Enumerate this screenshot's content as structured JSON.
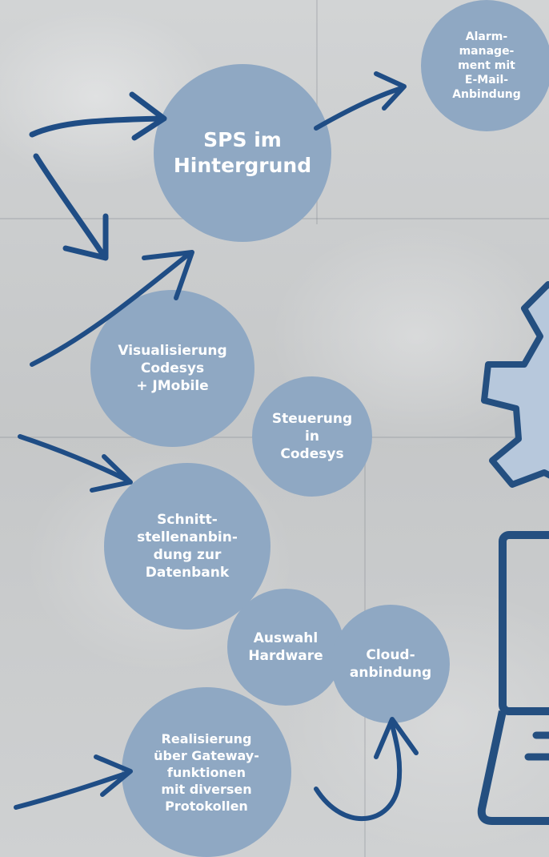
{
  "nodes": {
    "sps": "SPS im\nHintergrund",
    "alarm": "Alarm-\nmanage-\nment mit\nE-Mail-\nAnbindung",
    "visualisierung": "Visualisierung\nCodesys\n+ JMobile",
    "steuerung": "Steuerung\nin\nCodesys",
    "schnittstelle": "Schnitt-\nstellenanbin-\ndung zur\nDatenbank",
    "auswahl": "Auswahl\nHardware",
    "cloud": "Cloud-\nanbindung",
    "gateway": "Realisierung\nüber Gateway-\nfunktionen\nmit diversen\nProtokollen"
  },
  "colors": {
    "bubble": "#8fa8c3",
    "bubble_text": "#ffffff",
    "arrow": "#1f4d85",
    "icon_stroke": "#244f80",
    "icon_fill": "#b7c8dc"
  },
  "icons": [
    "gear-icon",
    "laptop-icon"
  ]
}
